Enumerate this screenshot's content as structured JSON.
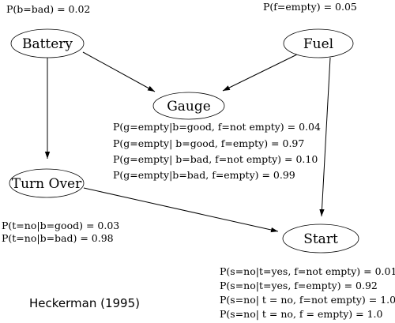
{
  "nodes": {
    "battery": "Battery",
    "fuel": "Fuel",
    "gauge": "Gauge",
    "turn_over": "Turn Over",
    "start": "Start"
  },
  "priors": {
    "battery": "P(b=bad) = 0.02",
    "fuel": "P(f=empty) = 0.05"
  },
  "gauge_cpt": [
    "P(g=empty|b=good, f=not empty) = 0.04",
    "P(g=empty| b=good, f=empty) = 0.97",
    "P(g=empty| b=bad, f=not empty) = 0.10",
    "P(g=empty|b=bad, f=empty) = 0.99"
  ],
  "turn_over_cpt": [
    "P(t=no|b=good) = 0.03",
    "P(t=no|b=bad) = 0.98"
  ],
  "start_cpt": [
    "P(s=no|t=yes, f=not empty) = 0.01",
    "P(s=no|t=yes, f=empty) = 0.92",
    "P(s=no| t = no, f=not empty) = 1.0",
    "P(s=no| t = no, f = empty) = 1.0"
  ],
  "citation": "Heckerman (1995)"
}
